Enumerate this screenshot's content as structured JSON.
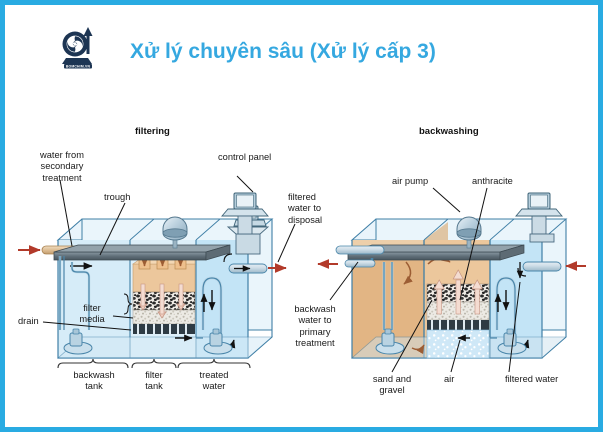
{
  "page": {
    "border_color": "#29abe2",
    "background": "#ffffff",
    "title": "Xử lý chuyên sâu (Xử lý  cấp 3)",
    "title_color": "#35a8e0"
  },
  "logo": {
    "name": "bomchimvn-logo",
    "wordmark": "BOMCHIM.VN",
    "color": "#1d3553"
  },
  "diagrams": [
    {
      "id": "filtering",
      "heading": "filtering",
      "labels": [
        {
          "id": "water-from-secondary-treatment",
          "text": "water from\nsecondary\ntreatment"
        },
        {
          "id": "trough",
          "text": "trough"
        },
        {
          "id": "control-panel",
          "text": "control panel"
        },
        {
          "id": "filtered-water-to-disposal",
          "text": "filtered\nwater to\ndisposal"
        },
        {
          "id": "filter-media",
          "text": "filter\nmedia"
        },
        {
          "id": "drain",
          "text": "drain"
        }
      ],
      "bottom_labels": [
        {
          "id": "backwash-tank",
          "text": "backwash\ntank"
        },
        {
          "id": "filter-tank",
          "text": "filter\ntank"
        },
        {
          "id": "treated-water",
          "text": "treated\nwater"
        }
      ]
    },
    {
      "id": "backwashing",
      "heading": "backwashing",
      "labels": [
        {
          "id": "air-pump",
          "text": "air pump"
        },
        {
          "id": "anthracite",
          "text": "anthracite"
        },
        {
          "id": "backwash-water-to-primary-treatment",
          "text": "backwash\nwater to\nprimary\ntreatment"
        }
      ],
      "bottom_labels": [
        {
          "id": "sand-and-gravel",
          "text": "sand and\ngravel"
        },
        {
          "id": "air",
          "text": "air"
        },
        {
          "id": "filtered-water",
          "text": "filtered water"
        }
      ]
    }
  ],
  "palette": {
    "water_light": "#cfe7f5",
    "water_mid": "#aed6ee",
    "tank_outline": "#3f7fa6",
    "sand": "#e9c39a",
    "sand_dark": "#d9a96f",
    "anthracite": "#2b2b2b",
    "gravel": "#e6e4df",
    "trough_grey": "#6b7b85",
    "arrow_red": "#b23a2a",
    "arrow_black": "#111111",
    "flow_pink": "#f2cfc4"
  }
}
